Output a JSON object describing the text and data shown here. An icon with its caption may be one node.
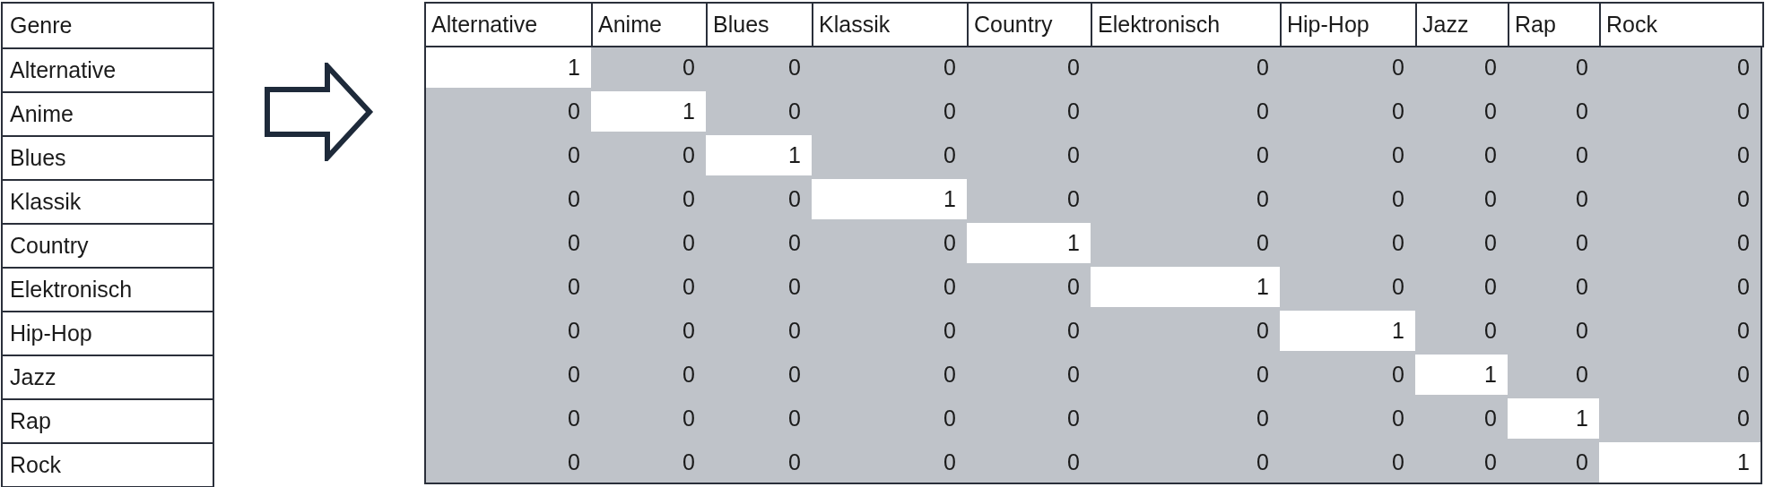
{
  "diagram": {
    "labels": [
      "Genre",
      "Alternative",
      "Anime",
      "Blues",
      "Klassik",
      "Country",
      "Elektronisch",
      "Hip-Hop",
      "Jazz",
      "Rap",
      "Rock",
      "Alternative",
      "Anime",
      "Blues",
      "Klassik",
      "Country",
      "Elektronisch",
      "Hip-Hop",
      "Jazz",
      "Rap",
      "Rock",
      "1",
      "0",
      "0",
      "0",
      "0",
      "0",
      "0",
      "0",
      "0",
      "0",
      "0",
      "1",
      "0",
      "0",
      "0",
      "0",
      "0",
      "0",
      "0",
      "0",
      "0",
      "0",
      "1",
      "0",
      "0",
      "0",
      "0",
      "0",
      "0",
      "0",
      "0",
      "0",
      "0",
      "1",
      "0",
      "0",
      "0",
      "0",
      "0",
      "0",
      "0",
      "0",
      "0",
      "0",
      "1",
      "0",
      "0",
      "0",
      "0",
      "0",
      "0",
      "0",
      "0",
      "0",
      "0",
      "1",
      "0",
      "0",
      "0",
      "0",
      "0",
      "0",
      "0",
      "0",
      "0",
      "0",
      "1",
      "0",
      "0",
      "0",
      "0",
      "0",
      "0",
      "0",
      "0",
      "0",
      "0",
      "1",
      "0",
      "0",
      "0",
      "0",
      "0",
      "0",
      "0",
      "0",
      "0",
      "0",
      "1",
      "0",
      "0",
      "0",
      "0",
      "0",
      "0",
      "0",
      "0",
      "0",
      "0",
      "1"
    ]
  }
}
